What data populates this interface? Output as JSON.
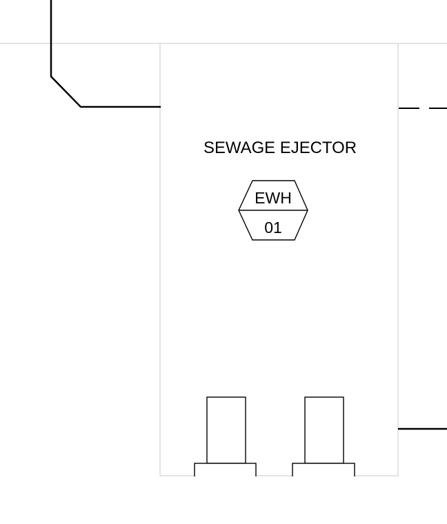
{
  "equipment": {
    "title": "SEWAGE EJECTOR",
    "tag": {
      "type": "EWH",
      "number": "01"
    }
  },
  "colors": {
    "background": "#ffffff",
    "thin_line": "#c8c8c8",
    "heavy_line": "#000000"
  }
}
